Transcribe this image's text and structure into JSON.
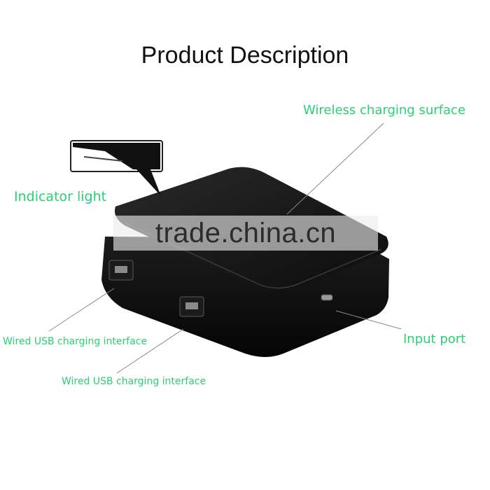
{
  "title": "Product Description",
  "labels": {
    "wireless_surface": "Wireless charging surface",
    "indicator_light": "Indicator light",
    "usb_interface_1": "Wired USB charging interface",
    "usb_interface_2": "Wired USB charging interface",
    "input_port": "Input port"
  },
  "watermark": "trade.china.cn",
  "colors": {
    "label_green": "#2ccf73",
    "device_body": "#0c0c0c"
  }
}
